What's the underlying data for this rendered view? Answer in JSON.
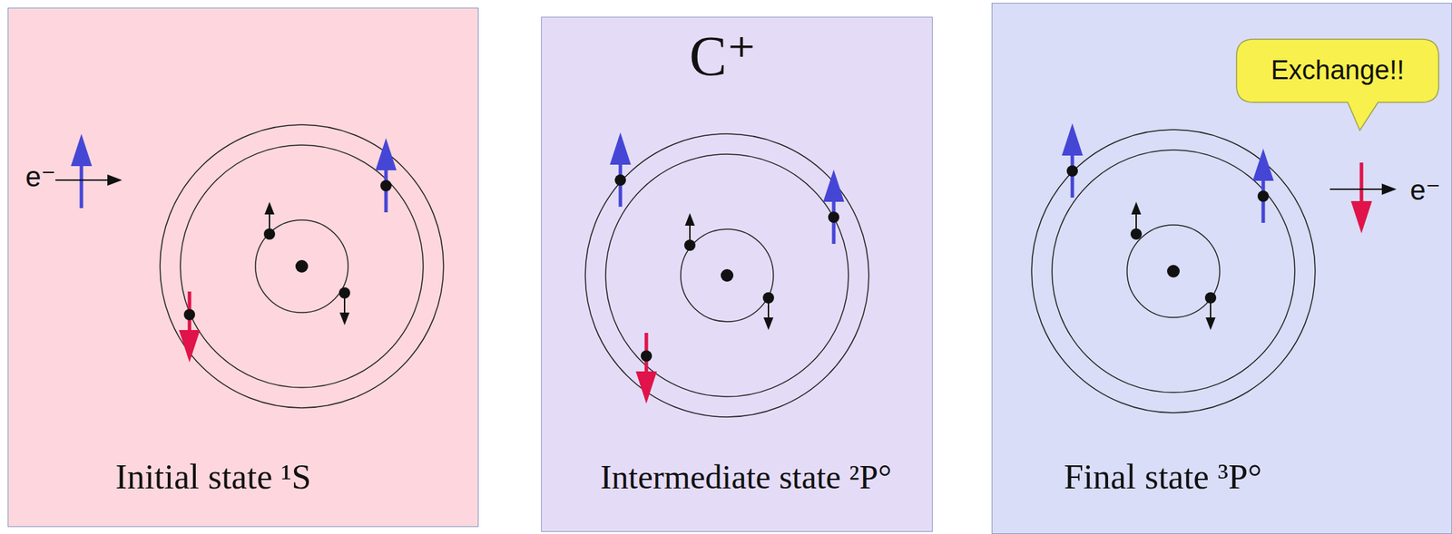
{
  "diagram": {
    "nodes": [
      {
        "text": [
          "e⁻",
          "Initial state ¹S"
        ]
      },
      {
        "text": [
          "C⁺",
          "Intermediate state ²P°"
        ]
      },
      {
        "text": [
          "Final state ³P°",
          "e⁻"
        ]
      },
      {
        "text": [
          "Exchange!!"
        ],
        "in": 2
      }
    ]
  }
}
